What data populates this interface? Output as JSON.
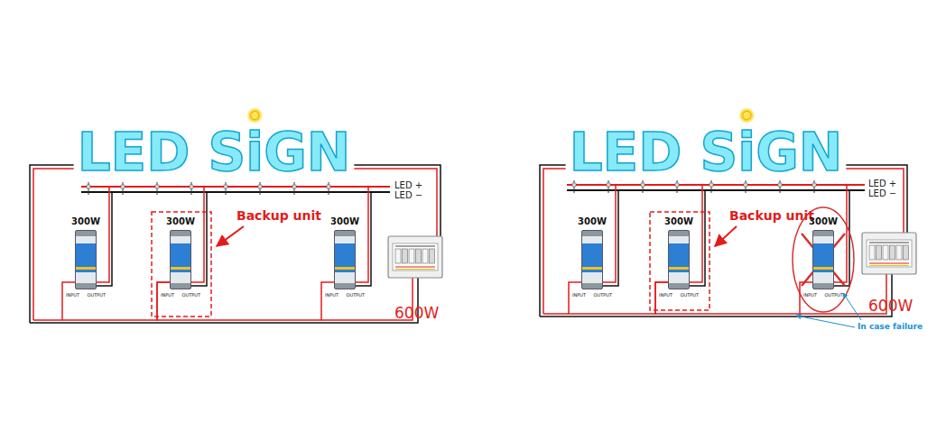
{
  "diagram": {
    "nodes": [
      {
        "text": [
          "300W",
          "INPUT",
          "OUTPUT"
        ]
      },
      {
        "text": [
          "300W",
          "INPUT",
          "OUTPUT"
        ]
      },
      {
        "text": [
          "300W",
          "INPUT",
          "OUTPUT"
        ]
      },
      {
        "text": [
          "300W",
          "INPUT",
          "OUTPUT"
        ]
      },
      {
        "text": [
          "300W",
          "INPUT",
          "OUTPUT"
        ]
      },
      {
        "text": [
          "300W",
          "INPUT",
          "OUTPUT"
        ]
      }
    ],
    "edges": [
      {
        "from": 0,
        "to": 1,
        "arrow": "none"
      },
      {
        "from": 1,
        "to": 2,
        "arrow": "none"
      },
      {
        "from": 3,
        "to": 4,
        "arrow": "none"
      },
      {
        "from": 4,
        "to": 5,
        "arrow": "none"
      }
    ],
    "labels": [
      "LED SiGN",
      "LED +",
      "LED −",
      "Backup unit",
      "600W",
      "LED SiGN",
      "LED +",
      "LED −",
      "Backup unit",
      "600W",
      "In case failure"
    ]
  }
}
